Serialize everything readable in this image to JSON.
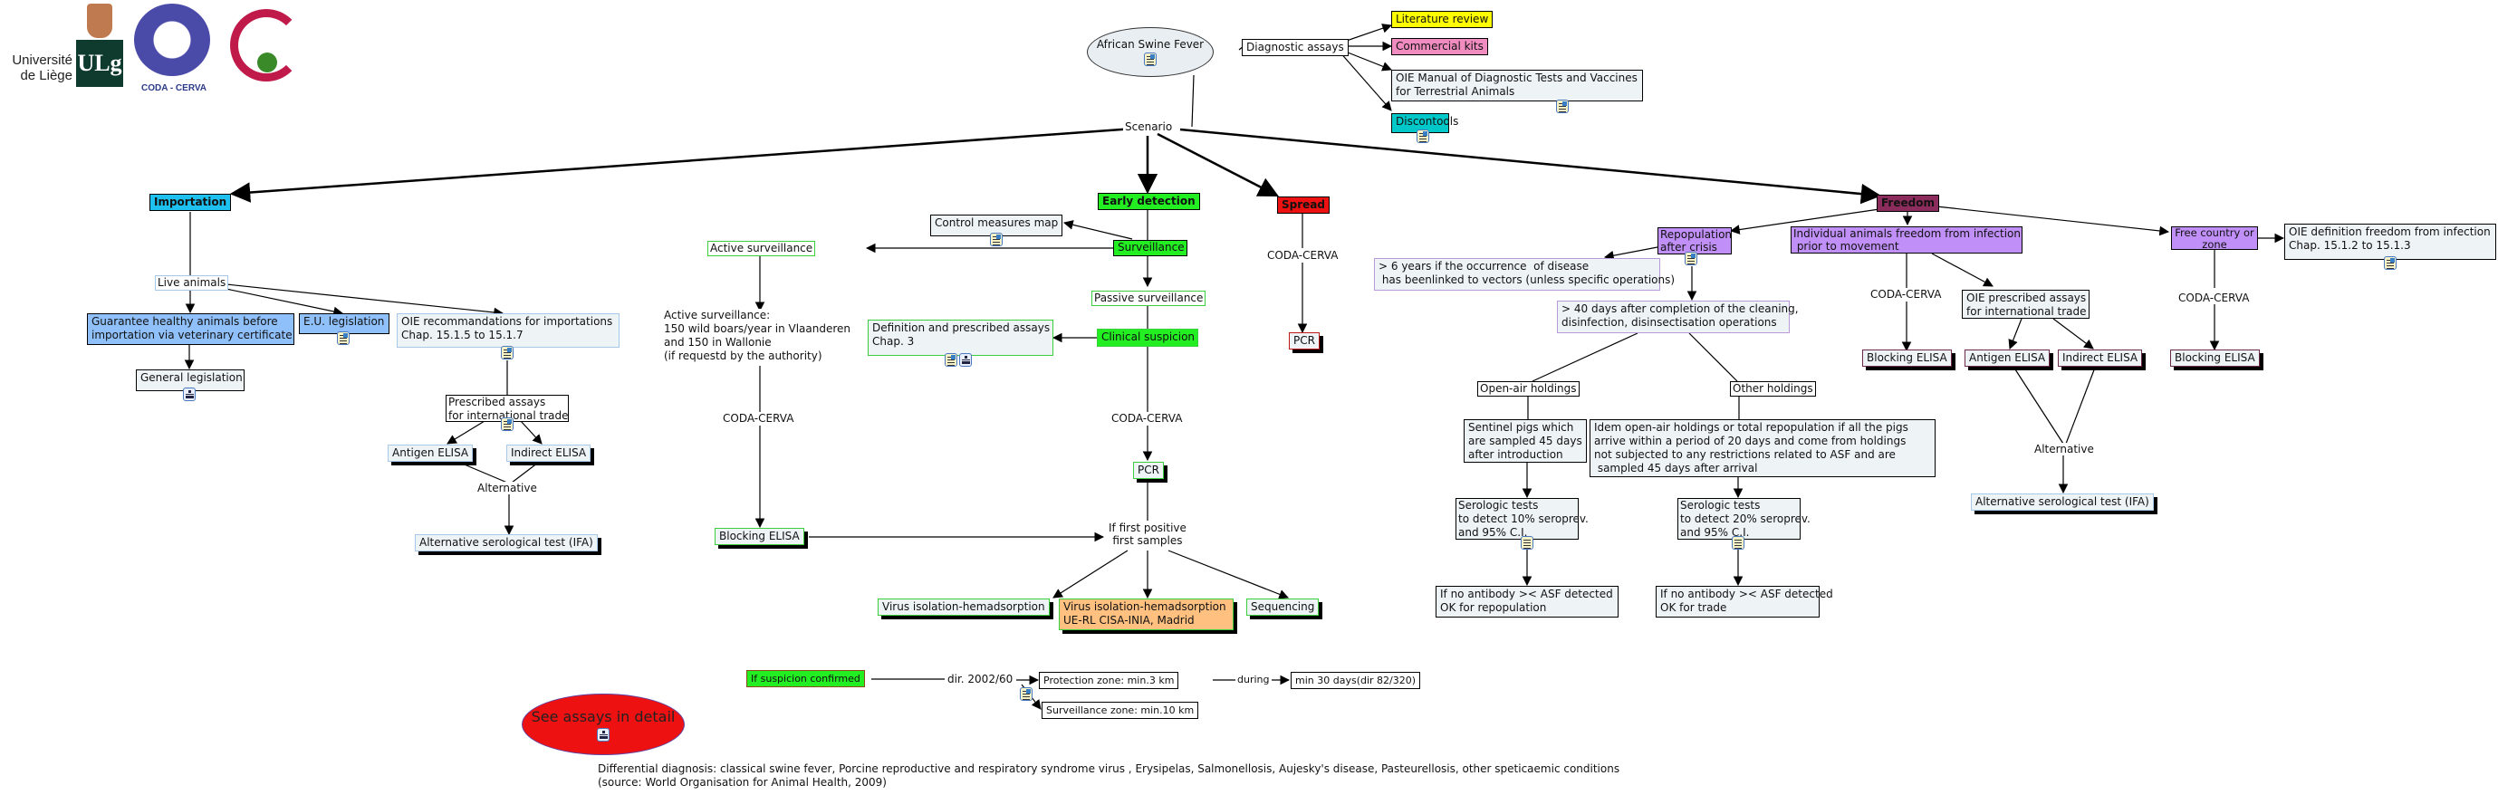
{
  "logos": {
    "ulg_text": "Université\nde Liège",
    "ulg_mark": "ULg",
    "coda_cerva": "CODA - CERVA"
  },
  "root": {
    "label": "African Swine Fever"
  },
  "diagnostic": {
    "label": "Diagnostic assays",
    "items": [
      {
        "label": "Literature review",
        "color": "#ffff00"
      },
      {
        "label": "Commercial kits",
        "color": "#f08cc0"
      },
      {
        "label": "OIE Manual of Diagnostic Tests and Vaccines\nfor Terrestrial Animals",
        "color": "#eef3f5"
      },
      {
        "label": "Discontools",
        "color": "#00c8c8"
      }
    ]
  },
  "scenario": {
    "label": "Scenario"
  },
  "importation": {
    "label": "Importation",
    "color": "#1ec0f0",
    "live_animals": "Live animals",
    "guarantee": "Guarantee healthy animals before\nimportation via veterinary certificate",
    "eu_legislation": "E.U. legislation",
    "oie_recommendations": "OIE recommandations for importations\nChap. 15.1.5 to 15.1.7",
    "general_legislation": "General legislation",
    "prescribed_assays": "Prescribed assays\nfor international trade",
    "antigen_elisa": "Antigen ELISA",
    "indirect_elisa": "Indirect ELISA",
    "alternative": "Alternative",
    "ifa": "Alternative serological test (IFA)"
  },
  "early_detection": {
    "label": "Early detection",
    "color": "#22ee22",
    "control_measures_map": "Control measures map",
    "surveillance": "Surveillance",
    "active_surveillance": "Active surveillance",
    "active_detail": "Active surveillance:\n150 wild boars/year in Vlaanderen\nand 150 in Wallonie\n(if requestd by the authority)",
    "passive_surveillance": "Passive surveillance",
    "definition": "Definition and prescribed assays\nChap. 3",
    "clinical_suspicion": "Clinical suspicion",
    "coda_cerva_left": "CODA-CERVA",
    "coda_cerva_right": "CODA-CERVA",
    "blocking_elisa": "Blocking ELISA",
    "pcr": "PCR",
    "if_first_positive": "If first positive\nfirst samples",
    "virus_isolation": "Virus isolation-hemadsorption",
    "virus_isolation_ref": "Virus isolation-hemadsorption\nUE-RL CISA-INIA, Madrid",
    "sequencing": "Sequencing"
  },
  "spread": {
    "label": "Spread",
    "color": "#ee1111",
    "coda_cerva": "CODA-CERVA",
    "pcr": "PCR"
  },
  "freedom": {
    "label": "Freedom",
    "color": "#8c2c5c",
    "repopulation": "Repopulation\nafter crisis",
    "six_years": "> 6 years if the occurrence  of disease\n has beenlinked to vectors (unless specific operations)",
    "forty_days": "> 40 days after completion of the cleaning,\ndisinfection, disinsectisation operations",
    "open_air": "Open-air holdings",
    "other_holdings": "Other holdings",
    "sentinel": "Sentinel pigs which\nare sampled 45 days\nafter introduction",
    "idem": "Idem open-air holdings or total repopulation if all the pigs\narrive within a period of 20 days and come from holdings\nnot subjected to any restrictions related to ASF and are\n sampled 45 days after arrival",
    "sero10": "Serologic tests\nto detect 10% seroprev.\nand 95% C.I.",
    "sero20": "Serologic tests\nto detect 20% seroprev.\nand 95% C.I.",
    "ok_repop": "If no antibody >< ASF detected\nOK for repopulation",
    "ok_trade": "If no antibody >< ASF detected\nOK for trade",
    "individual": "Individual animals freedom from infection\n prior to movement",
    "coda_cerva_ind": "CODA-CERVA",
    "oie_prescribed": "OIE prescribed assays\nfor international trade",
    "blocking_elisa_ind": "Blocking ELISA",
    "antigen_elisa": "Antigen ELISA",
    "indirect_elisa": "Indirect ELISA",
    "alternative": "Alternative",
    "ifa": "Alternative serological test (IFA)",
    "free_country": "Free country or\nzone",
    "oie_definition": "OIE definition freedom from infection\nChap. 15.1.2 to 15.1.3",
    "coda_cerva_free": "CODA-CERVA",
    "blocking_elisa_free": "Blocking ELISA",
    "sub_color": "#c090f8"
  },
  "confirmed": {
    "label": "If suspicion confirmed",
    "directive": "dir. 2002/60",
    "protection_zone": "Protection zone: min.3 km",
    "during": "during",
    "min_days": "min 30 days(dir 82/320)",
    "surveillance_zone": "Surveillance zone: min.10 km"
  },
  "see_assays": {
    "label": "See assays in detail",
    "color": "#ee1111"
  },
  "footer": {
    "differential": "Differential diagnosis: classical swine fever, Porcine reproductive and respiratory syndrome virus , Erysipelas, Salmonellosis, Aujesky's disease, Pasteurellosis, other speticaemic conditions",
    "source": "(source: World Organisation for Animal Health, 2009)"
  }
}
